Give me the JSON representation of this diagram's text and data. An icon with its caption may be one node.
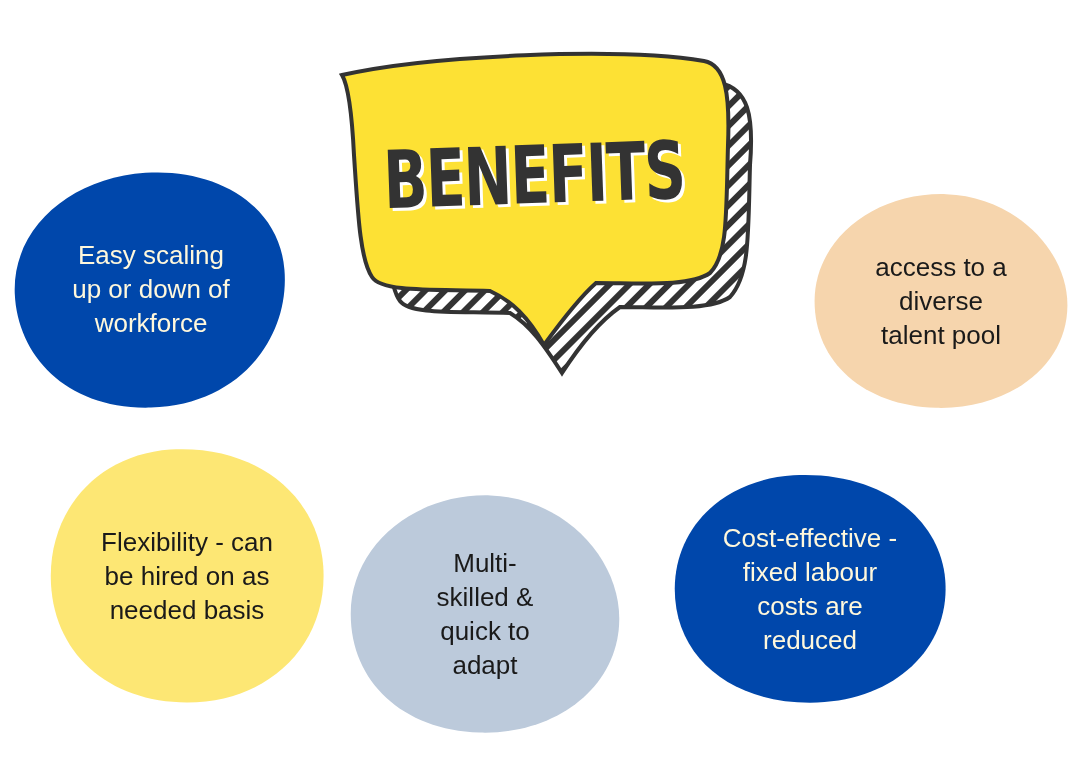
{
  "diagram": {
    "nodes": [
      {
        "text": [
          "BENEFITS"
        ]
      },
      {
        "text": [
          "Easy scaling up or down of workforce"
        ]
      },
      {
        "text": [
          "access to a diverse talent pool"
        ]
      },
      {
        "text": [
          "Flexibility - can be hired on as needed basis"
        ]
      },
      {
        "text": [
          "Multi-skilled & quick to adapt"
        ]
      },
      {
        "text": [
          "Cost-effective - fixed labour costs are reduced"
        ]
      }
    ]
  }
}
